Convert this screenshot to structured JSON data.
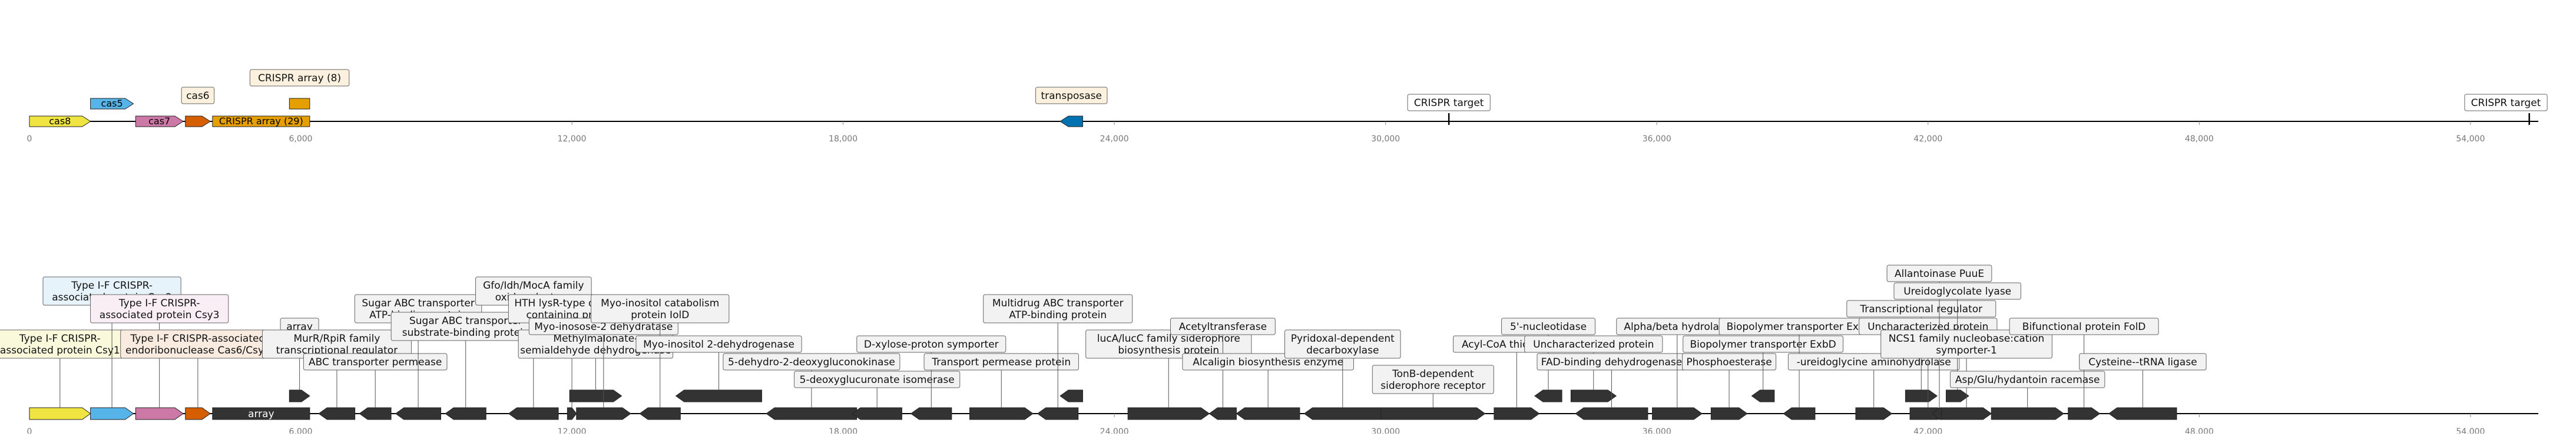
{
  "colors": {
    "cas8": "#f0e442",
    "cas5": "#56b4e9",
    "cas7": "#cc79a7",
    "cas6": "#d55e00",
    "crispr": "#e69f00",
    "transposase": "#0072b2",
    "dark": "#333333",
    "box_default": "#f2f2f2",
    "box_cas8": "#fbf9dc",
    "box_cas5": "#e6f3fb",
    "box_cas7": "#f9eef4",
    "box_cas6": "#f9ebe0",
    "box_crispr": "#fbf1de",
    "box_transposase": "#e0eef6"
  },
  "tracks": [
    {
      "axis": {
        "min": 0,
        "max": 55500,
        "ticks": [
          "0",
          "6,000",
          "12,000",
          "18,000",
          "24,000",
          "30,000",
          "36,000",
          "42,000",
          "48,000",
          "54,000"
        ],
        "tick_values": [
          0,
          6000,
          12000,
          18000,
          24000,
          30000,
          36000,
          42000,
          48000,
          54000
        ]
      },
      "features": [
        {
          "name": "cas8",
          "start": 0,
          "end": 1350,
          "strand": 1,
          "row": 0,
          "color": "cas8",
          "label": "cas8",
          "label_inside": true
        },
        {
          "name": "cas5",
          "start": 1350,
          "end": 2300,
          "strand": 1,
          "row": 1,
          "color": "cas5",
          "label": "cas5",
          "label_inside": true
        },
        {
          "name": "cas7",
          "start": 2350,
          "end": 3400,
          "strand": 1,
          "row": 0,
          "color": "cas7",
          "label": "cas7",
          "label_inside": true
        },
        {
          "name": "cas6",
          "start": 3450,
          "end": 4000,
          "strand": 1,
          "row": 0,
          "color": "cas6",
          "label": "cas6",
          "label_inside": false,
          "label_row": 1
        },
        {
          "name": "crispr-array-29",
          "start": 4050,
          "end": 6200,
          "strand": 0,
          "row": 0,
          "color": "crispr",
          "label": "CRISPR array (29)",
          "label_inside": true
        },
        {
          "name": "crispr-array-8",
          "start": 5750,
          "end": 6200,
          "strand": 0,
          "row": 1,
          "color": "crispr",
          "label": "CRISPR array (8)",
          "label_inside": false,
          "label_row": 2
        },
        {
          "name": "transposase",
          "start": 22800,
          "end": 23300,
          "strand": -1,
          "row": 0,
          "color": "transposase",
          "label": "transposase",
          "label_inside": false,
          "label_row": 1
        },
        {
          "name": "crispr-target-1",
          "pos": 31400,
          "type": "marker",
          "label": "CRISPR target"
        },
        {
          "name": "crispr-target-2",
          "pos": 55300,
          "type": "marker",
          "label": "CRISPR target"
        }
      ]
    },
    {
      "axis": {
        "min": 0,
        "max": 55500,
        "ticks": [
          "0",
          "6,000",
          "12,000",
          "18,000",
          "24,000",
          "30,000",
          "36,000",
          "42,000",
          "48,000",
          "54,000"
        ],
        "tick_values": [
          0,
          6000,
          12000,
          18000,
          24000,
          30000,
          36000,
          42000,
          48000,
          54000
        ]
      },
      "features": [
        {
          "name": "csy1",
          "start": 0,
          "end": 1350,
          "strand": 1,
          "color": "cas8",
          "box": "box_cas8",
          "label": "Type I-F CRISPR-\nassociated protein Csy1",
          "level": 1
        },
        {
          "name": "csy2",
          "start": 1350,
          "end": 2300,
          "strand": 1,
          "color": "cas5",
          "box": "box_cas5",
          "label": "Type I-F CRISPR-\nassociated protein Csy2",
          "level": 4
        },
        {
          "name": "csy3",
          "start": 2350,
          "end": 3400,
          "strand": 1,
          "color": "cas7",
          "box": "box_cas7",
          "label": "Type I-F CRISPR-\nassociated protein Csy3",
          "level": 3
        },
        {
          "name": "cas6csy4",
          "start": 3450,
          "end": 4000,
          "strand": 1,
          "color": "cas6",
          "box": "box_cas6",
          "label": "Type I-F CRISPR-associated\nendoribonuclease Cas6/Csy4",
          "level": 1
        },
        {
          "name": "array-main",
          "start": 4050,
          "end": 6200,
          "strand": 0,
          "color": "dark",
          "label": "array",
          "label_inside": true
        },
        {
          "name": "array-small",
          "start": 5750,
          "end": 6200,
          "strand": 1,
          "color": "dark",
          "box": "box_default",
          "label": "array",
          "level": 2,
          "row": 1
        },
        {
          "name": "murr",
          "start": 6400,
          "end": 7200,
          "strand": -1,
          "color": "dark",
          "box": "box_default",
          "label": "MurR/RpiR family\ntranscriptional regulator",
          "level": 1
        },
        {
          "name": "abc-permease",
          "start": 7300,
          "end": 8000,
          "strand": -1,
          "color": "dark",
          "box": "box_default",
          "label": "ABC transporter permease",
          "level": 0
        },
        {
          "name": "sugar-atp",
          "start": 8100,
          "end": 9100,
          "strand": -1,
          "color": "dark",
          "box": "box_default",
          "label": "Sugar ABC transporter\nATP-binding protein",
          "level": 3
        },
        {
          "name": "sugar-sbp",
          "start": 9200,
          "end": 10100,
          "strand": -1,
          "color": "dark",
          "box": "box_default",
          "label": "Sugar ABC transporter\nsubstrate-binding protein",
          "level": 2
        },
        {
          "name": "gfo",
          "start": 10600,
          "end": 11700,
          "strand": -1,
          "color": "dark",
          "box": "box_default",
          "label": "Gfo/Idh/MocA family\noxidoreductase",
          "level": 4
        },
        {
          "name": "hth-lysr",
          "start": 11900,
          "end": 12100,
          "strand": 1,
          "color": "dark",
          "box": "box_default",
          "label": "HTH lysR-type domain-\ncontaining protein",
          "level": 3
        },
        {
          "name": "methylmalonate",
          "start": 11950,
          "end": 13100,
          "strand": 1,
          "color": "dark",
          "box": "box_default",
          "label": "Methylmalonate-\nsemialdehyde dehydrogenase",
          "level": 1,
          "row": 1
        },
        {
          "name": "myo-inosose",
          "start": 12100,
          "end": 13300,
          "strand": 1,
          "color": "dark",
          "box": "box_default",
          "label": "Myo-inosose-2 dehydratase",
          "level": 2,
          "row": 0
        },
        {
          "name": "iold",
          "start": 13500,
          "end": 14400,
          "strand": -1,
          "color": "dark",
          "box": "box_default",
          "label": "Myo-inositol catabolism\nprotein IolD",
          "level": 3
        },
        {
          "name": "myo-inositol-dh",
          "start": 14300,
          "end": 16200,
          "strand": -1,
          "color": "dark",
          "box": "box_default",
          "label": "Myo-inositol 2-dehydrogenase",
          "level": 1,
          "row": 1
        },
        {
          "name": "5-dehydro",
          "start": 16300,
          "end": 18300,
          "strand": -1,
          "color": "dark",
          "box": "box_default",
          "label": "5-dehydro-2-deoxygluconokinase",
          "level": 0
        },
        {
          "name": "5-deoxyglucuronate",
          "start": 18200,
          "end": 19300,
          "strand": -1,
          "color": "dark",
          "box": "box_default",
          "label": "5-deoxyglucuronate isomerase",
          "level": -1
        },
        {
          "name": "xylose-symporter",
          "start": 19500,
          "end": 20400,
          "strand": -1,
          "color": "dark",
          "box": "box_default",
          "label": "D-xylose-proton symporter",
          "level": 1
        },
        {
          "name": "transport-permease",
          "start": 20800,
          "end": 22200,
          "strand": 1,
          "color": "dark",
          "box": "box_default",
          "label": "Transport permease protein",
          "level": 0
        },
        {
          "name": "multidrug-abc",
          "start": 22300,
          "end": 23200,
          "strand": -1,
          "color": "dark",
          "box": "box_default",
          "label": "Multidrug ABC transporter\nATP-binding protein",
          "level": 3,
          "row": 0
        },
        {
          "name": "lucA",
          "start": 22800,
          "end": 23300,
          "strand": -1,
          "color": "dark",
          "row": 1
        },
        {
          "name": "lucA-iucC",
          "start": 24300,
          "end": 26100,
          "strand": 1,
          "color": "dark",
          "box": "box_default",
          "label": "lucA/lucC family siderophore\nbiosynthesis protein",
          "level": 1
        },
        {
          "name": "acetyltransferase",
          "start": 26100,
          "end": 26700,
          "strand": -1,
          "color": "dark",
          "box": "box_default",
          "label": "Acetyltransferase",
          "level": 2
        },
        {
          "name": "alcaligin",
          "start": 26700,
          "end": 28100,
          "strand": -1,
          "color": "dark",
          "box": "box_default",
          "label": "Alcaligin biosynthesis enzyme",
          "level": 0
        },
        {
          "name": "pyridoxal",
          "start": 28200,
          "end": 29900,
          "strand": -1,
          "color": "dark",
          "box": "box_default",
          "label": "Pyridoxal-dependent\ndecarboxylase",
          "level": 1
        },
        {
          "name": "tonb",
          "start": 29900,
          "end": 32200,
          "strand": 1,
          "color": "dark",
          "box": "box_default",
          "label": "TonB-dependent\nsiderophore receptor",
          "level": -1
        },
        {
          "name": "acyl-coa",
          "start": 32400,
          "end": 33400,
          "strand": 1,
          "color": "dark",
          "box": "box_default",
          "label": "Acyl-CoA thioesterase",
          "level": 1
        },
        {
          "name": "nucleotidase",
          "start": 33300,
          "end": 33900,
          "strand": -1,
          "color": "dark",
          "box": "box_default",
          "label": "5'-nucleotidase",
          "level": 2,
          "row": 1
        },
        {
          "name": "uncharacterized-1",
          "start": 34100,
          "end": 35100,
          "strand": 1,
          "color": "dark",
          "box": "box_default",
          "label": "Uncharacterized protein",
          "level": 1,
          "row": 1
        },
        {
          "name": "fad-binding",
          "start": 34200,
          "end": 35800,
          "strand": -1,
          "color": "dark",
          "box": "box_default",
          "label": "FAD-binding dehydrogenase",
          "level": 0
        },
        {
          "name": "alpha-beta",
          "start": 35900,
          "end": 37000,
          "strand": 1,
          "color": "dark",
          "box": "box_default",
          "label": "Alpha/beta hydrolase",
          "level": 2
        },
        {
          "name": "phosphoesterase",
          "start": 37200,
          "end": 38000,
          "strand": 1,
          "color": "dark",
          "box": "box_default",
          "label": "Phosphoesterase",
          "level": 0
        },
        {
          "name": "exbd",
          "start": 38100,
          "end": 38600,
          "strand": -1,
          "color": "dark",
          "box": "box_default",
          "label": "Biopolymer transporter ExbD",
          "level": 1,
          "row": 1
        },
        {
          "name": "exbb",
          "start": 38800,
          "end": 39500,
          "strand": -1,
          "color": "dark",
          "box": "box_default",
          "label": "Biopolymer transporter ExbB",
          "level": 2
        },
        {
          "name": "ureidoglycine",
          "start": 40400,
          "end": 41200,
          "strand": 1,
          "color": "dark",
          "box": "box_default",
          "label": "-ureidoglycine aminohydrolase",
          "level": 0
        },
        {
          "name": "transcriptional-regulator",
          "start": 41500,
          "end": 42200,
          "strand": 1,
          "color": "dark",
          "box": "box_default",
          "label": "Transcriptional regulator",
          "level": 3,
          "row": 1
        },
        {
          "name": "uncharacterized-2",
          "start": 41600,
          "end": 42400,
          "strand": 1,
          "color": "dark",
          "box": "box_default",
          "label": "Uncharacterized protein",
          "level": 2
        },
        {
          "name": "allantoinase",
          "start": 42100,
          "end": 42400,
          "strand": -1,
          "color": "dark",
          "box": "box_default",
          "label": "Allantoinase PuuE",
          "level": 5
        },
        {
          "name": "ureidoglycolate",
          "start": 42400,
          "end": 42900,
          "strand": 1,
          "color": "dark",
          "box": "box_default",
          "label": "Ureidoglycolate lyase",
          "level": 4,
          "row": 1
        },
        {
          "name": "ncs1",
          "start": 42300,
          "end": 43400,
          "strand": 1,
          "color": "dark",
          "box": "box_default",
          "label": "NCS1 family nucleobase:cation\nsymporter-1",
          "level": 1
        },
        {
          "name": "asp-glu",
          "start": 43400,
          "end": 45000,
          "strand": 1,
          "color": "dark",
          "box": "box_default",
          "label": "Asp/Glu/hydantoin racemase",
          "level": -1
        },
        {
          "name": "bifunctional",
          "start": 45100,
          "end": 45800,
          "strand": 1,
          "color": "dark",
          "box": "box_default",
          "label": "Bifunctional protein FolD",
          "level": 2
        },
        {
          "name": "cysteine-trna",
          "start": 46000,
          "end": 47500,
          "strand": -1,
          "color": "dark",
          "box": "box_default",
          "label": "Cysteine--tRNA ligase",
          "level": 0
        }
      ]
    }
  ]
}
